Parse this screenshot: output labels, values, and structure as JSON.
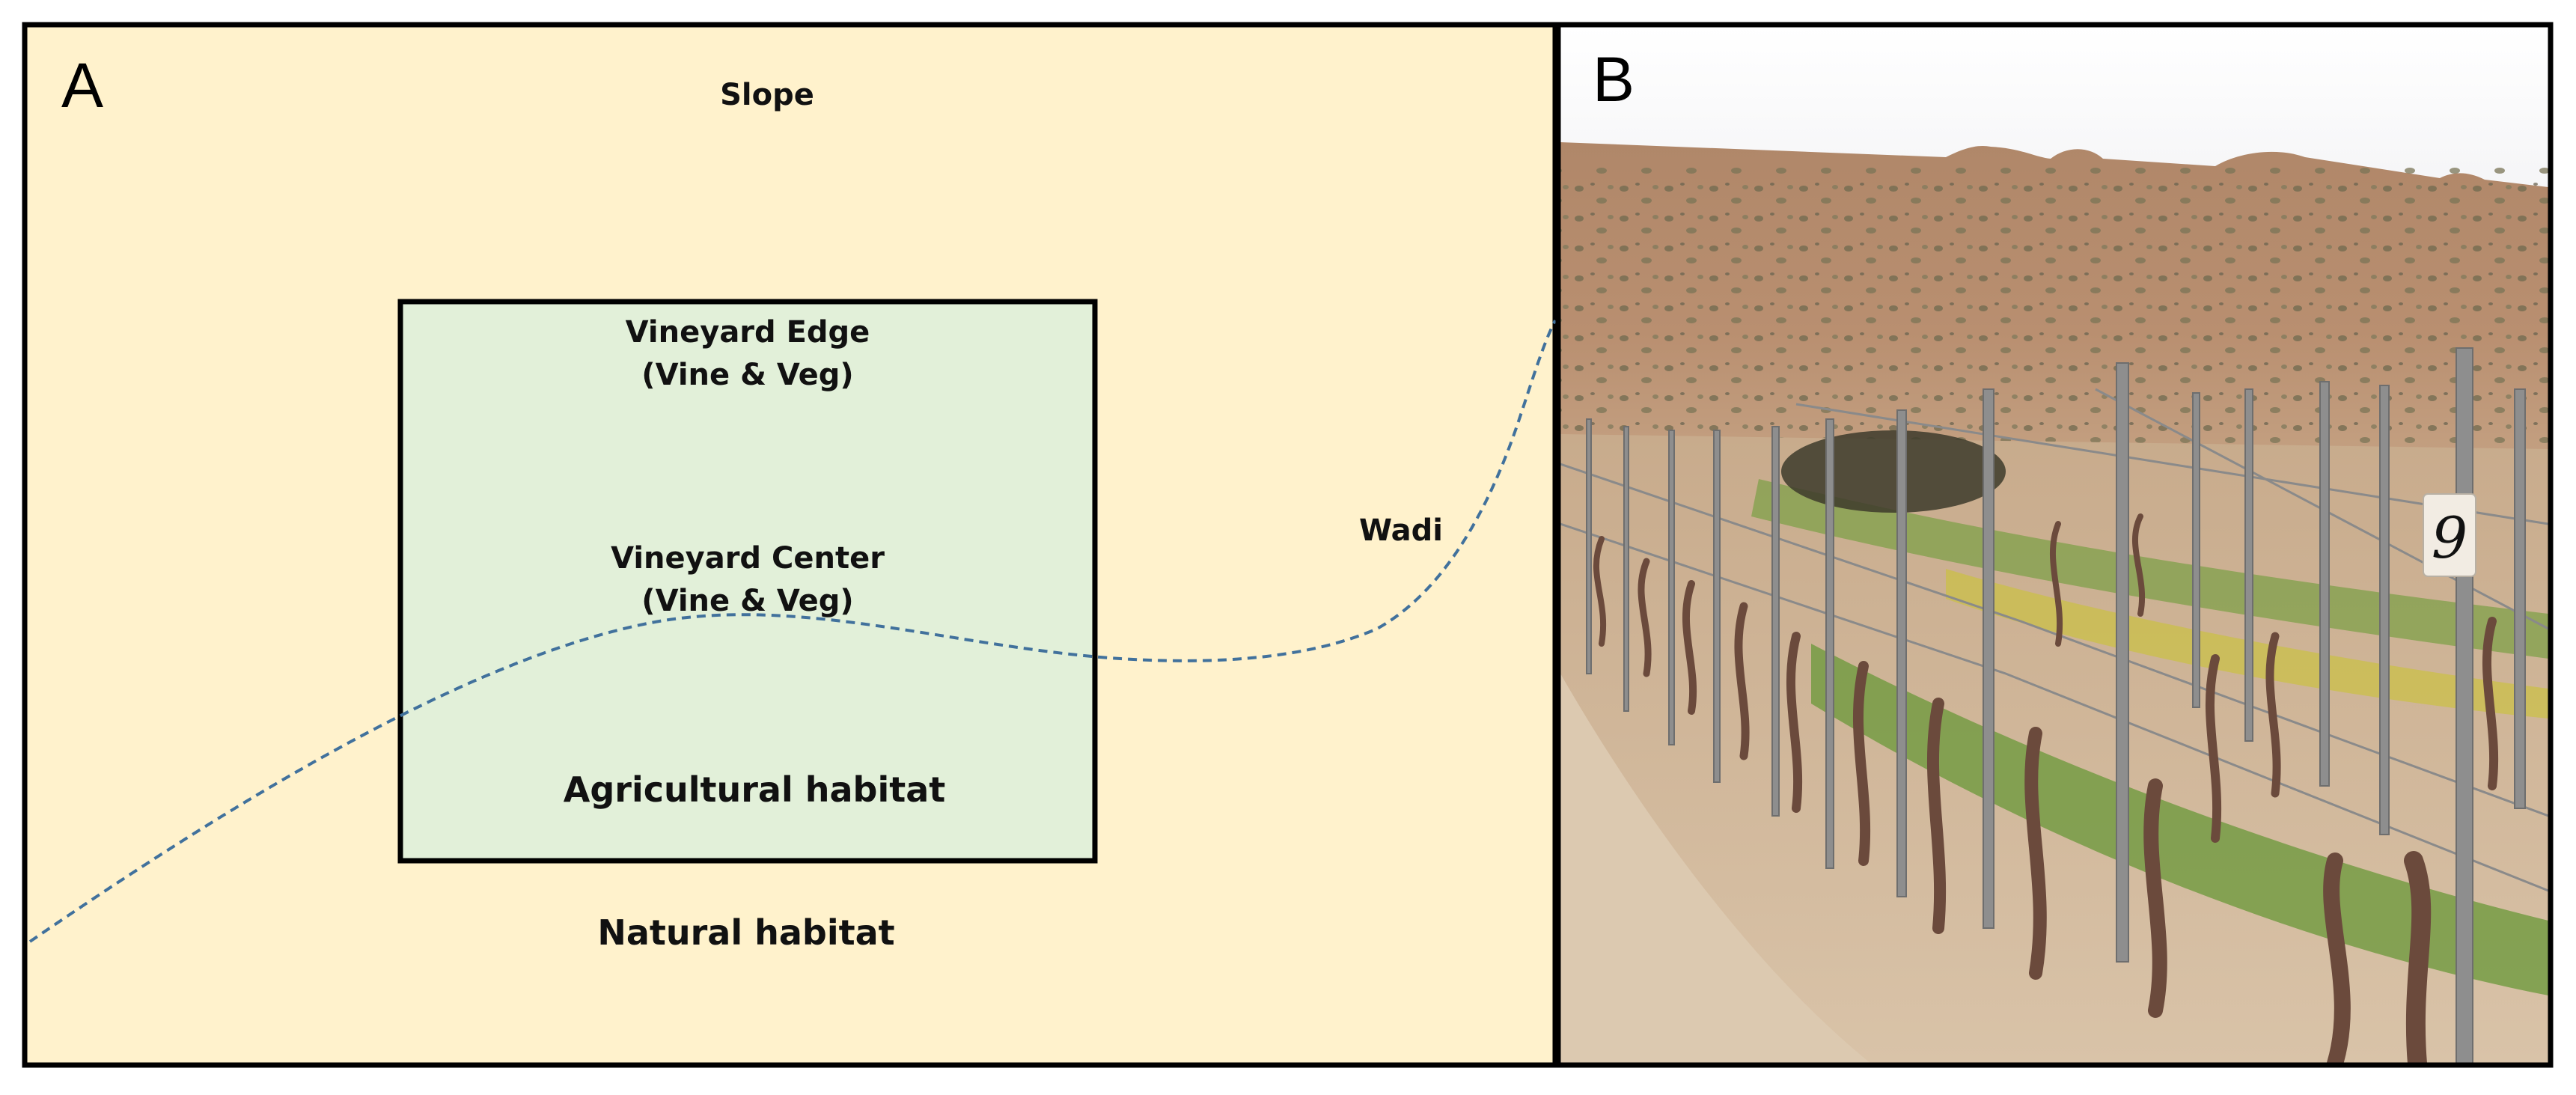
{
  "panel_a": {
    "label": "A",
    "slope": "Slope",
    "edge_line1": "Vineyard Edge",
    "edge_line2": "(Vine & Veg)",
    "center_line1": "Vineyard Center",
    "center_line2": "(Vine & Veg)",
    "agricultural": "Agricultural habitat",
    "wadi": "Wadi",
    "natural": "Natural habitat",
    "colors": {
      "background": "#fff2cc",
      "vineyard": "#e2f0d9",
      "wadi_line": "#41719c"
    }
  },
  "panel_b": {
    "label": "B",
    "post_tag": "9",
    "photo_description_icon": "vineyard-photo"
  }
}
